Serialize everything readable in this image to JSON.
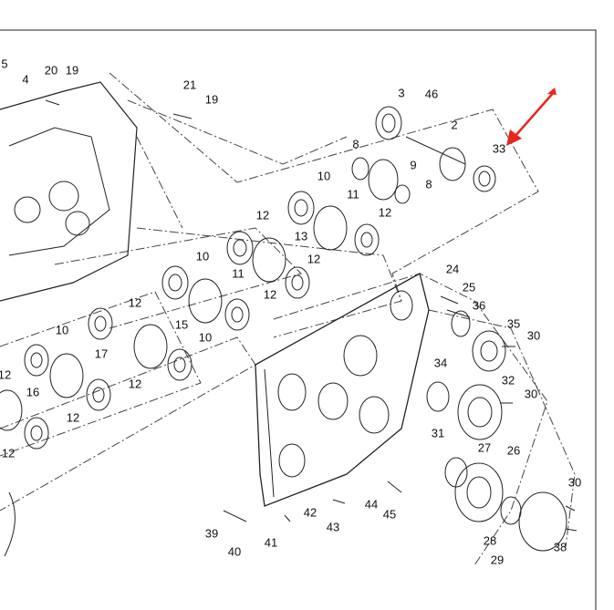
{
  "diagram": {
    "title": "",
    "arrow_color": "#e8261c",
    "part_labels": [
      "5",
      "4",
      "20",
      "19",
      "21",
      "19",
      "3",
      "46",
      "2",
      "33",
      "8",
      "9",
      "8",
      "10",
      "11",
      "12",
      "12",
      "13",
      "10",
      "12",
      "11",
      "12",
      "24",
      "25",
      "36",
      "12",
      "35",
      "30",
      "15",
      "10",
      "10",
      "34",
      "17",
      "12",
      "32",
      "30",
      "16",
      "12",
      "31",
      "12",
      "27",
      "26",
      "12",
      "30",
      "44",
      "42",
      "45",
      "43",
      "39",
      "41",
      "40",
      "28",
      "38",
      "29"
    ]
  }
}
